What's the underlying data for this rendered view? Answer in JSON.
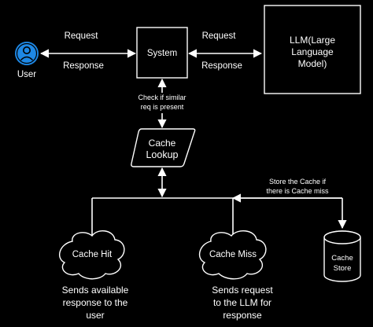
{
  "nodes": {
    "user": {
      "label": "User",
      "icon": "user-icon"
    },
    "system": {
      "label": "System"
    },
    "llm": {
      "lines": [
        "LLM(Large",
        "Language",
        "Model)"
      ]
    },
    "cache_lookup": {
      "lines": [
        "Cache",
        "Lookup"
      ]
    },
    "cache_hit": {
      "label": "Cache Hit",
      "shape": "cloud"
    },
    "cache_miss": {
      "label": "Cache Miss",
      "shape": "cloud"
    },
    "cache_store": {
      "lines": [
        "Cache",
        "Store"
      ],
      "shape": "cylinder"
    }
  },
  "edges": {
    "user_system_request": "Request",
    "user_system_response": "Response",
    "system_llm_request": "Request",
    "system_llm_response": "Response",
    "system_cache_check": [
      "Check if similar",
      "req is present"
    ],
    "store_note": [
      "Store the Cache if",
      "there is Cache miss"
    ]
  },
  "notes": {
    "hit_note": [
      "Sends available",
      "response to the",
      "user"
    ],
    "miss_note": [
      "Sends request",
      "to the LLM for",
      "response"
    ]
  },
  "colors": {
    "background": "#000000",
    "foreground": "#ffffff",
    "user_icon": "#1e88e5"
  }
}
